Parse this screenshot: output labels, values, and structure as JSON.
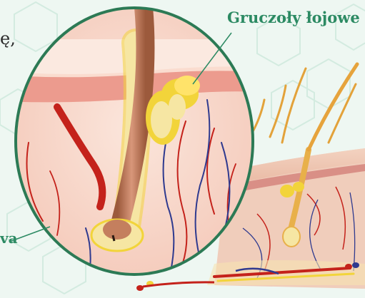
{
  "labels": {
    "sebaceous_glands": "Gruczoły łojowe",
    "left_fragment_top": "ę,",
    "left_fragment_bottom": "va"
  },
  "colors": {
    "label_green": "#2c8a63",
    "gland_yellow": "#f2d43a",
    "hair_brown": "#c47f5e",
    "artery_red": "#c4221b",
    "vein_blue": "#2f3a8f",
    "skin_pink": "#f7d4c8",
    "lens_border": "#2c7a55"
  }
}
